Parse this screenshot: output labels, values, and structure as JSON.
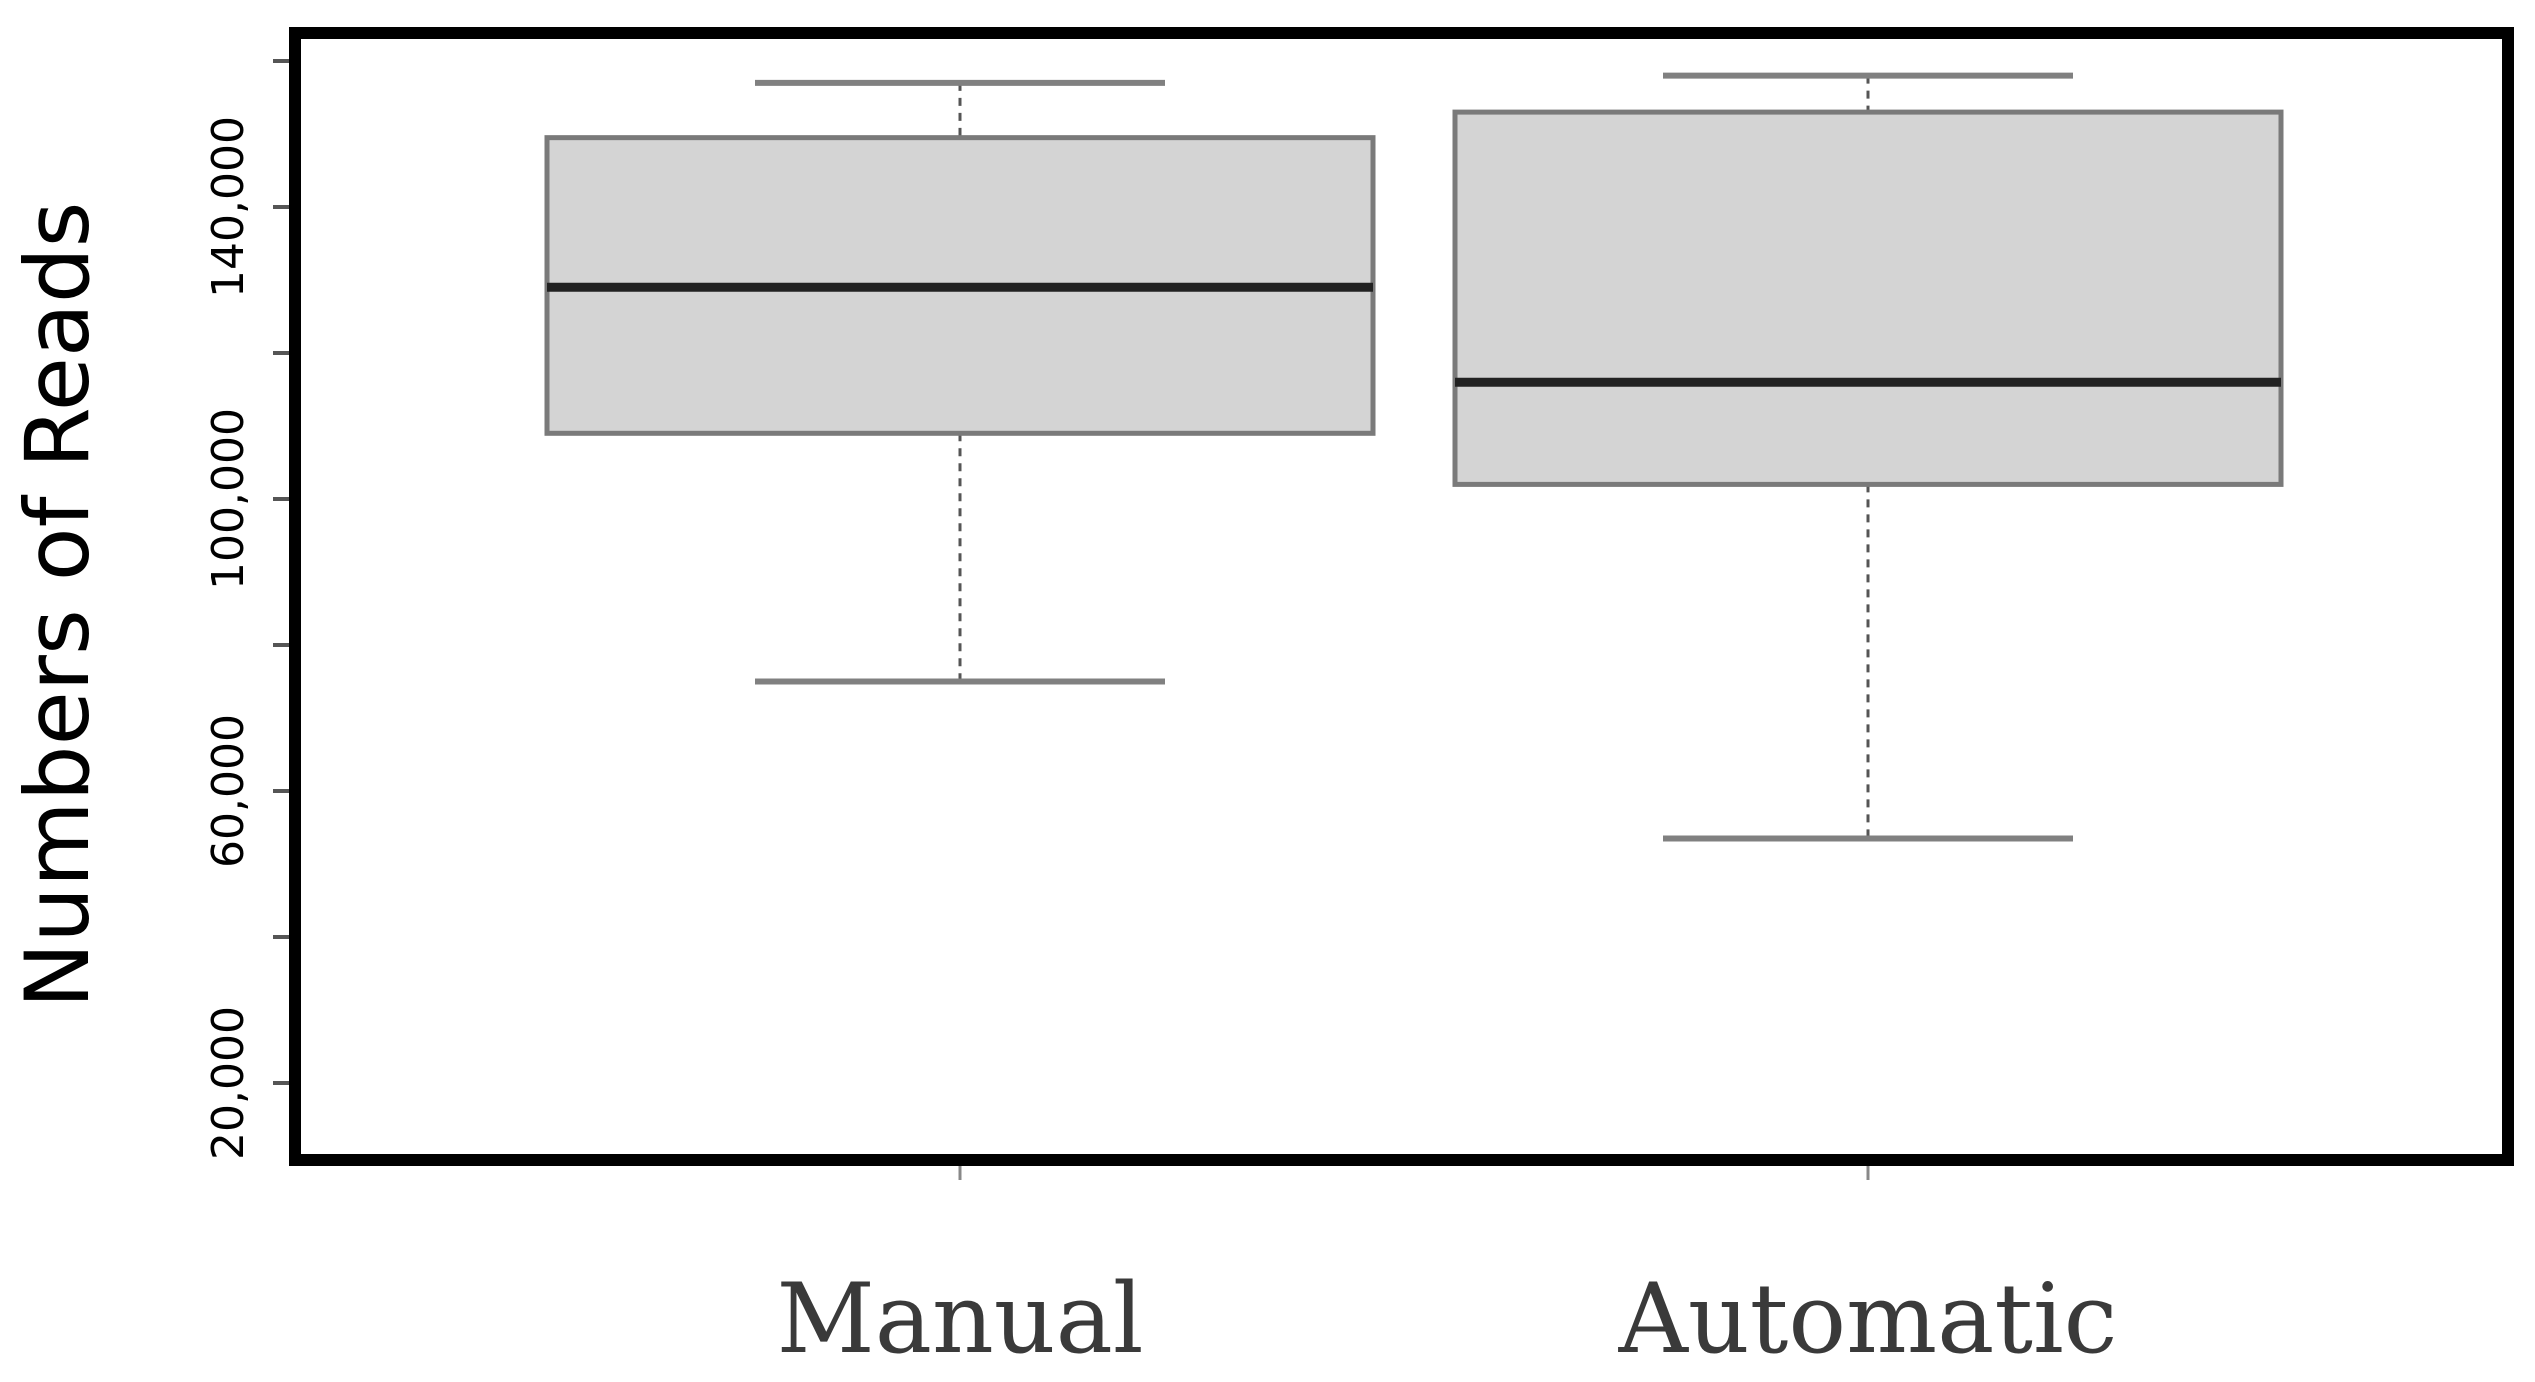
{
  "chart_data": {
    "type": "boxplot",
    "title": "",
    "xlabel": "",
    "ylabel": "Numbers of Reads",
    "ylim": [
      10000,
      160000
    ],
    "yticks": [
      20000,
      40000,
      60000,
      80000,
      100000,
      120000,
      140000,
      160000
    ],
    "ytick_labels": [
      "20,000",
      "",
      "60,000",
      "",
      "100,000",
      "",
      "140,000",
      ""
    ],
    "categories": [
      "Manual",
      "Automatic"
    ],
    "boxes": [
      {
        "category": "Manual",
        "whisker_low": 75000,
        "q1": 109000,
        "median": 129000,
        "q3": 149500,
        "whisker_high": 157000
      },
      {
        "category": "Automatic",
        "whisker_low": 53500,
        "q1": 102000,
        "median": 116000,
        "q3": 153000,
        "whisker_high": 158000
      }
    ],
    "box_fill": "#d4d4d4",
    "box_stroke": "#7a7a7a",
    "median_color": "#222222",
    "frame_color": "#000000"
  }
}
